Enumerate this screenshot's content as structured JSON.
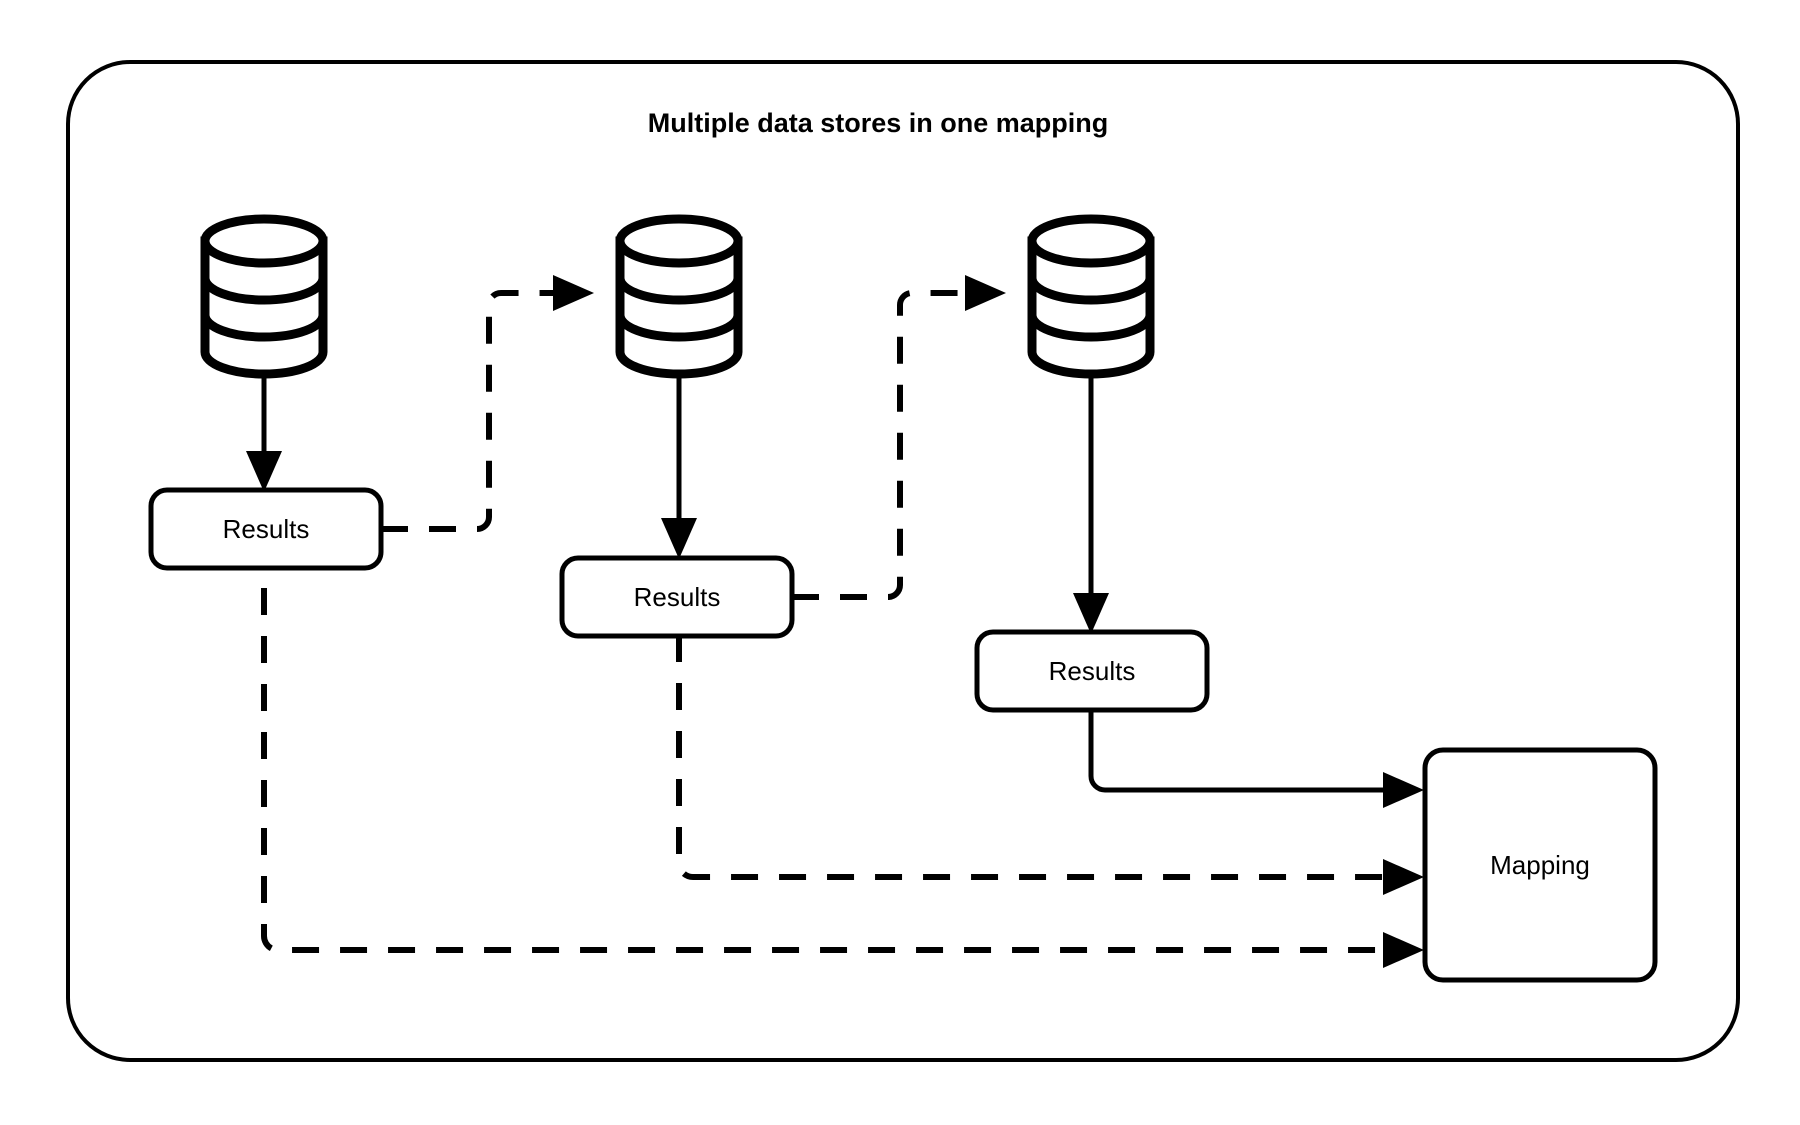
{
  "diagram": {
    "title": "Multiple data stores in one mapping",
    "frame": {
      "name": "outer-container",
      "label": ""
    },
    "nodes": {
      "datastore_1": {
        "label": "",
        "icon": "database-cylinder-icon"
      },
      "datastore_2": {
        "label": "",
        "icon": "database-cylinder-icon"
      },
      "datastore_3": {
        "label": "",
        "icon": "database-cylinder-icon"
      },
      "results_1": {
        "label": "Results"
      },
      "results_2": {
        "label": "Results"
      },
      "results_3": {
        "label": "Results"
      },
      "mapping": {
        "label": "Mapping"
      }
    },
    "edges": [
      {
        "from": "datastore_1",
        "to": "results_1",
        "style": "solid",
        "arrow": true
      },
      {
        "from": "results_1",
        "to": "datastore_2",
        "style": "dashed",
        "arrow": true
      },
      {
        "from": "datastore_2",
        "to": "results_2",
        "style": "solid",
        "arrow": true
      },
      {
        "from": "results_2",
        "to": "datastore_3",
        "style": "dashed",
        "arrow": true
      },
      {
        "from": "datastore_3",
        "to": "results_3",
        "style": "solid",
        "arrow": true
      },
      {
        "from": "results_3",
        "to": "mapping",
        "style": "solid",
        "arrow": true
      },
      {
        "from": "results_2",
        "to": "mapping",
        "style": "dashed",
        "arrow": true
      },
      {
        "from": "results_1",
        "to": "mapping",
        "style": "dashed",
        "arrow": true
      }
    ],
    "colors": {
      "stroke": "#000000",
      "fill": "#ffffff",
      "background": "#ffffff"
    }
  }
}
